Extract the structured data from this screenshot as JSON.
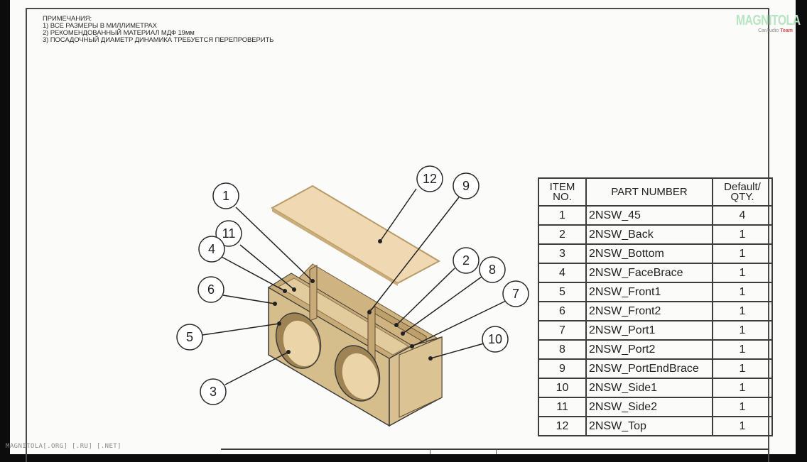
{
  "notes": [
    "ПРИМЕЧАНИЯ:",
    "1) ВСЕ РАЗМЕРЫ В МИЛЛИМЕТРАХ",
    "2) РЕКОМЕНДОВАННЫЙ МАТЕРИАЛ МДФ 19мм",
    "3) ПОСАДОЧНЫЙ ДИАМЕТР ДИНАМИКА ТРЕБУЕТСЯ ПЕРЕПРОВЕРИТЬ"
  ],
  "logo": {
    "main": "MAGNITOLA",
    "sub_prefix": "CarAudio",
    "sub_team": "Team"
  },
  "bom": {
    "headers": {
      "item": [
        "ITEM",
        "NO."
      ],
      "part": "PART NUMBER",
      "qty": [
        "Default/",
        "QTY."
      ]
    },
    "rows": [
      {
        "item": "1",
        "part": "2NSW_45",
        "qty": "4"
      },
      {
        "item": "2",
        "part": "2NSW_Back",
        "qty": "1"
      },
      {
        "item": "3",
        "part": "2NSW_Bottom",
        "qty": "1"
      },
      {
        "item": "4",
        "part": "2NSW_FaceBrace",
        "qty": "1"
      },
      {
        "item": "5",
        "part": "2NSW_Front1",
        "qty": "1"
      },
      {
        "item": "6",
        "part": "2NSW_Front2",
        "qty": "1"
      },
      {
        "item": "7",
        "part": "2NSW_Port1",
        "qty": "1"
      },
      {
        "item": "8",
        "part": "2NSW_Port2",
        "qty": "1"
      },
      {
        "item": "9",
        "part": "2NSW_PortEndBrace",
        "qty": "1"
      },
      {
        "item": "10",
        "part": "2NSW_Side1",
        "qty": "1"
      },
      {
        "item": "11",
        "part": "2NSW_Side2",
        "qty": "1"
      },
      {
        "item": "12",
        "part": "2NSW_Top",
        "qty": "1"
      }
    ]
  },
  "balloons": [
    "1",
    "11",
    "4",
    "6",
    "5",
    "3",
    "12",
    "9",
    "2",
    "8",
    "7",
    "10"
  ],
  "watermark": "MAGNITOLA[.ORG] [.RU] [.NET]",
  "colors": {
    "wood": "#d9c090",
    "wood_dark": "#b89a64",
    "wood_side": "#cdb27e",
    "panel": "#efd8b2",
    "hole": "#e6cfa0",
    "line": "#3a3a3a"
  }
}
